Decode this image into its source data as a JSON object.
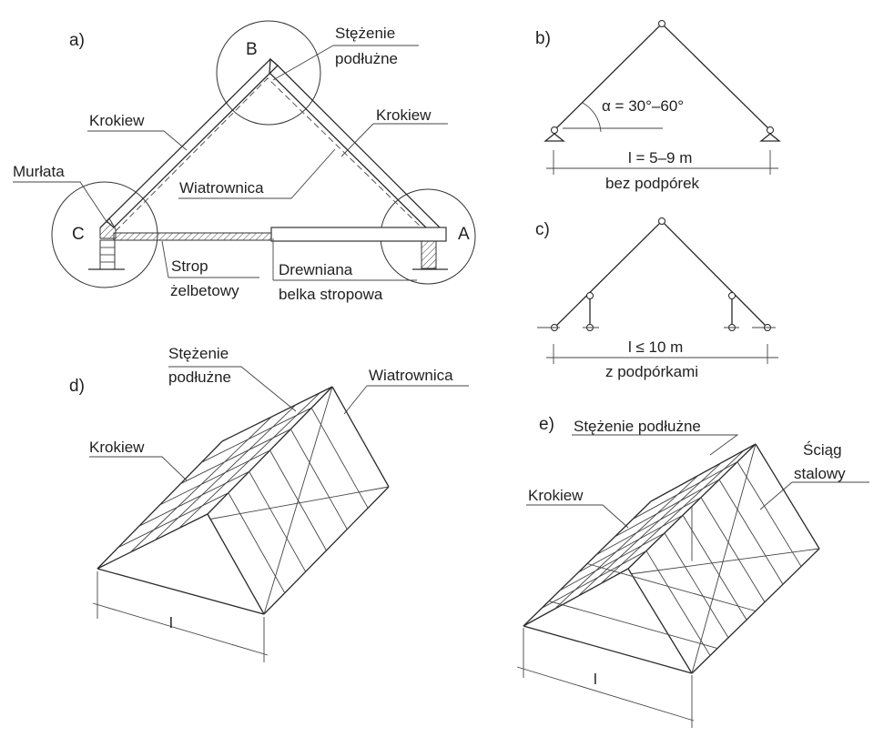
{
  "panel_a": {
    "label": "a)",
    "stezenie_line1": "Stężenie",
    "stezenie_line2": "podłużne",
    "krokiew_left": "Krokiew",
    "krokiew_right": "Krokiew",
    "murlata": "Murłata",
    "wiatrownica": "Wiatrownica",
    "detail_a": "A",
    "detail_b": "B",
    "detail_c": "C",
    "strop_line1": "Strop",
    "strop_line2": "żelbetowy",
    "belka_line1": "Drewniana",
    "belka_line2": "belka stropowa"
  },
  "panel_b": {
    "label": "b)",
    "angle": "α = 30°–60°",
    "span": "l = 5–9 m",
    "caption": "bez podpórek"
  },
  "panel_c": {
    "label": "c)",
    "span": "l ≤ 10 m",
    "caption": "z podpórkami"
  },
  "panel_d": {
    "label": "d)",
    "stezenie_line1": "Stężenie",
    "stezenie_line2": "podłużne",
    "wiatrownica": "Wiatrownica",
    "krokiew": "Krokiew",
    "span": "l"
  },
  "panel_e": {
    "label": "e)",
    "stezenie": "Stężenie podłużne",
    "sciag_line1": "Ściąg",
    "sciag_line2": "stalowy",
    "krokiew": "Krokiew",
    "span": "l"
  }
}
